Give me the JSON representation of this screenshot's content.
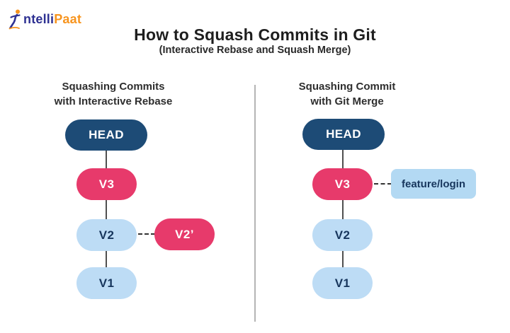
{
  "logo": {
    "brand_prefix": "ntelli",
    "brand_suffix": "Paat"
  },
  "title": {
    "heading": "How to Squash Commits in Git",
    "subtitle": "(Interactive Rebase and Squash Merge)"
  },
  "left_panel": {
    "heading_line1": "Squashing Commits",
    "heading_line2": "with Interactive Rebase",
    "nodes": {
      "head": "HEAD",
      "v3": "V3",
      "v2": "V2",
      "v2_prime": "V2’",
      "v1": "V1"
    }
  },
  "right_panel": {
    "heading_line1": "Squashing Commit",
    "heading_line2": "with Git Merge",
    "nodes": {
      "head": "HEAD",
      "v3": "V3",
      "v2": "V2",
      "v1": "V1"
    },
    "branch_label": "feature/login"
  },
  "colors": {
    "head_node": "#1d4b76",
    "highlight_node": "#e73a6b",
    "commit_node": "#bddcf5",
    "branch_label_bg": "#b3d9f3",
    "node_dark_text": "#17365d",
    "logo_indigo": "#2e3192",
    "logo_orange": "#f7941e",
    "divider": "#b4b4b4",
    "connector": "#4f4f4f"
  }
}
